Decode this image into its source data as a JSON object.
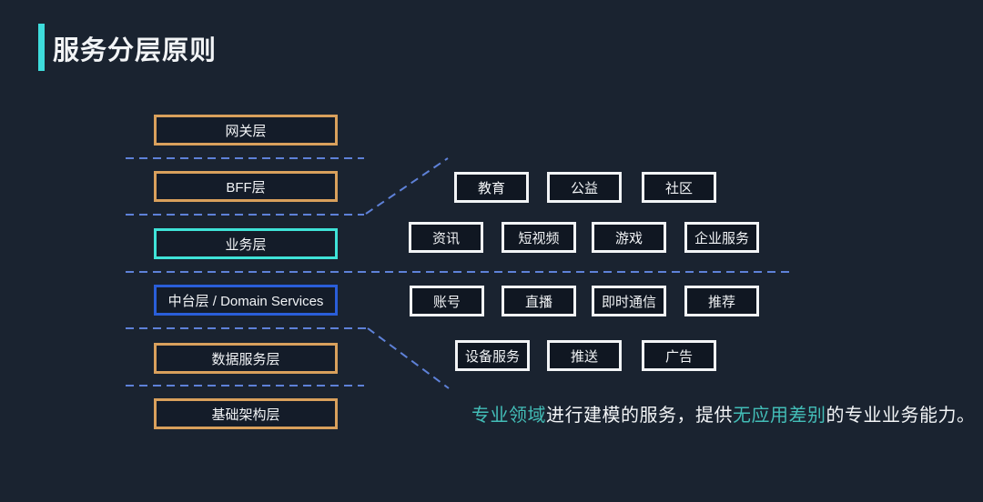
{
  "title": {
    "text": "服务分层原则"
  },
  "colors": {
    "background": "#1a2330",
    "boxfill": "#141c29",
    "svcfill": "#101722",
    "orange": "#d9a05c",
    "cyan": "#3fe3d8",
    "blue": "#2a5ed9",
    "dashline": "#5e81d8",
    "accent": "#3edcdc",
    "tealtext": "#43bdb7",
    "textcolor": "#f2f4f6"
  },
  "layers": [
    {
      "label": "网关层",
      "color": "orange"
    },
    {
      "label": "BFF层",
      "color": "orange"
    },
    {
      "label": "业务层",
      "color": "cyan"
    },
    {
      "label": "中台层 / Domain Services",
      "color": "blue"
    },
    {
      "label": "数据服务层",
      "color": "orange"
    },
    {
      "label": "基础架构层",
      "color": "orange"
    }
  ],
  "business_services": {
    "row1": [
      "教育",
      "公益",
      "社区"
    ],
    "row2": [
      "资讯",
      "短视频",
      "游戏",
      "企业服务"
    ]
  },
  "domain_services": {
    "row1": [
      "账号",
      "直播",
      "即时通信",
      "推荐"
    ],
    "row2": [
      "设备服务",
      "推送",
      "广告"
    ]
  },
  "note": {
    "segments": [
      {
        "text": "专业领域",
        "emphasis": true
      },
      {
        "text": "进行建模的服务，提供",
        "emphasis": false
      },
      {
        "text": "无应用差别",
        "emphasis": true
      },
      {
        "text": "的专业业务能力。",
        "emphasis": false
      }
    ]
  }
}
